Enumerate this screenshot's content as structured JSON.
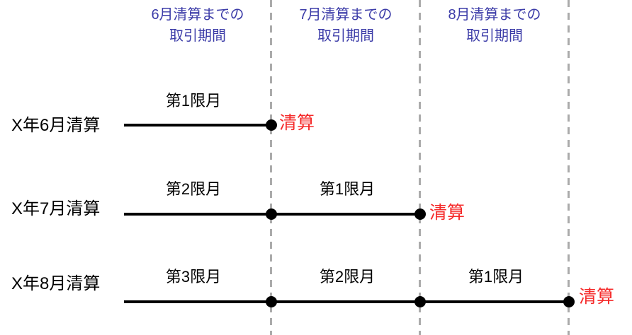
{
  "diagram": {
    "title": "Futures contract settlement timeline diagram",
    "colors": {
      "header_blue": "#3c3ca8",
      "settlement_red": "#f52b2b",
      "line_black": "#000000",
      "divider_gray": "#ababab"
    },
    "columns": [
      {
        "label": "6月清算までの\n取引期間"
      },
      {
        "label": "7月清算までの\n取引期間"
      },
      {
        "label": "8月清算までの\n取引期間"
      }
    ],
    "rows": [
      {
        "label": "X年6月清算",
        "settlement_label": "清算",
        "segments": [
          {
            "label": "第1限月"
          }
        ]
      },
      {
        "label": "X年7月清算",
        "settlement_label": "清算",
        "segments": [
          {
            "label": "第2限月"
          },
          {
            "label": "第1限月"
          }
        ]
      },
      {
        "label": "X年8月清算",
        "settlement_label": "清算",
        "segments": [
          {
            "label": "第3限月"
          },
          {
            "label": "第2限月"
          },
          {
            "label": "第1限月"
          }
        ]
      }
    ]
  }
}
